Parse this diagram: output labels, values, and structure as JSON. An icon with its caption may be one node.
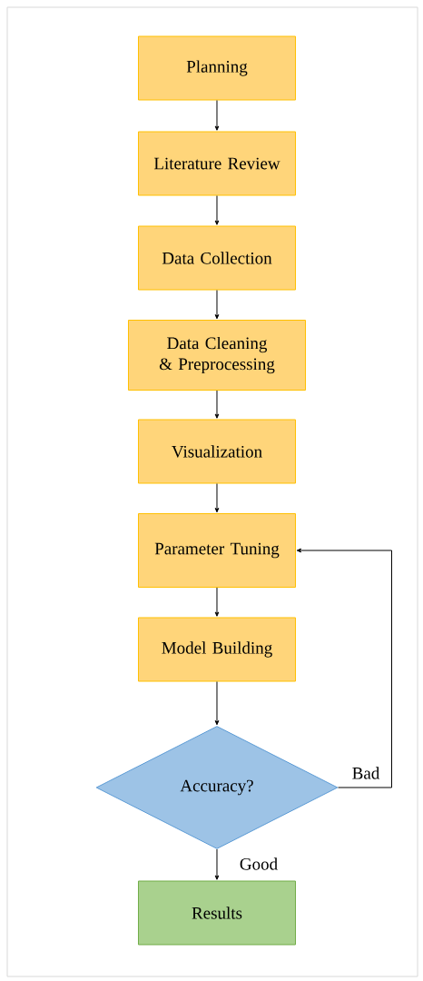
{
  "diagram": {
    "nodes": [
      {
        "text": [
          "Planning"
        ]
      },
      {
        "text": [
          "Literature Review"
        ]
      },
      {
        "text": [
          "Data Collection"
        ]
      },
      {
        "text": [
          "Data Cleaning & Preprocessing"
        ]
      },
      {
        "text": [
          "Visualization"
        ]
      },
      {
        "text": [
          "Parameter Tuning"
        ]
      },
      {
        "text": [
          "Model Building"
        ]
      },
      {
        "text": [
          "Accuracy?"
        ]
      },
      {
        "text": [
          "Results"
        ]
      }
    ],
    "edges": [
      {
        "from": 0,
        "to": 1,
        "arrow": "to"
      },
      {
        "from": 1,
        "to": 2,
        "arrow": "to"
      },
      {
        "from": 2,
        "to": 3,
        "arrow": "to"
      },
      {
        "from": 3,
        "to": 4,
        "arrow": "to"
      },
      {
        "from": 4,
        "to": 5,
        "arrow": "to"
      },
      {
        "from": 5,
        "to": 6,
        "arrow": "to"
      },
      {
        "from": 6,
        "to": 7,
        "arrow": "to"
      },
      {
        "from": 7,
        "to": 8,
        "arrow": "to",
        "label": "Good"
      },
      {
        "from": 7,
        "to": 5,
        "arrow": "to",
        "label": "Bad"
      }
    ]
  }
}
